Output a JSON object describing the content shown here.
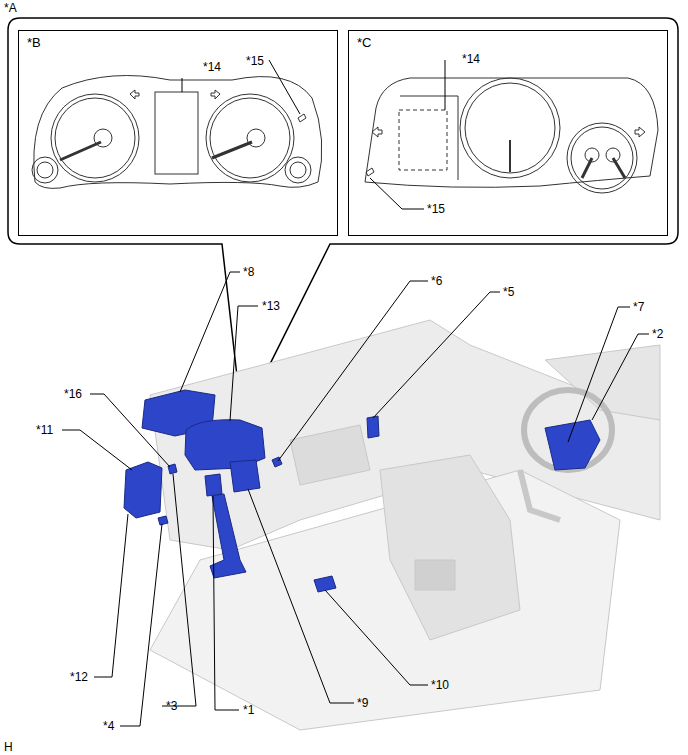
{
  "diagram": {
    "nodes": [
      {
        "text": [
          "*B"
        ]
      },
      {
        "text": [
          "*C"
        ]
      }
    ],
    "edges": [],
    "labels": [
      "*A",
      "*14",
      "*15",
      "*14",
      "*15",
      "*8",
      "*13",
      "*6",
      "*5",
      "*7",
      "*2",
      "*16",
      "*11",
      "*12",
      "*4",
      "*3",
      "*1",
      "*9",
      "*10",
      "H"
    ]
  }
}
